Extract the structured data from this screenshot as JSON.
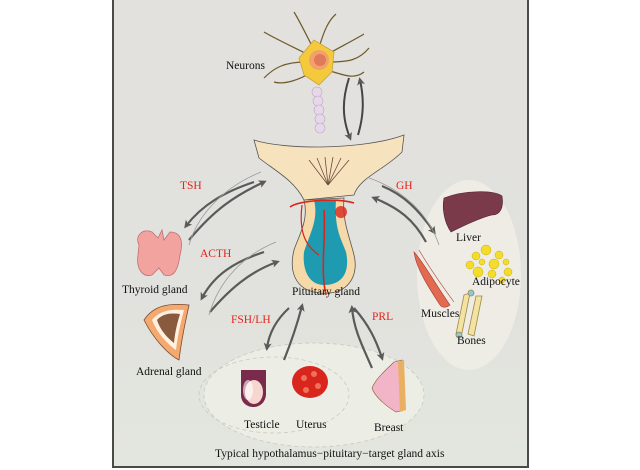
{
  "figure": {
    "caption": "Typical hypothalamus−pituitary−target gland axis"
  },
  "labels": {
    "neurons": "Neurons",
    "pituitary": "Pituitary gland",
    "thyroid": "Thyroid gland",
    "adrenal": "Adrenal gland",
    "liver": "Liver",
    "adipocyte": "Adipocyte",
    "muscles": "Muscles",
    "bones": "Bones",
    "testicle": "Testicle",
    "uterus": "Uterus",
    "breast": "Breast"
  },
  "hormones": {
    "tsh": "TSH",
    "acth": "ACTH",
    "gh": "GH",
    "fsh_lh": "FSH/LH",
    "prl": "PRL"
  },
  "colors": {
    "hormone_text": "#e3231c",
    "arrow": "#5a5a58",
    "vessel_red": "#d9261c",
    "portal_teal": "#1e9bb0",
    "neuron_body": "#f5c93c",
    "liver": "#7b3a4a",
    "thyroid": "#f2a3a0",
    "adipocyte": "#f3dc2a"
  }
}
